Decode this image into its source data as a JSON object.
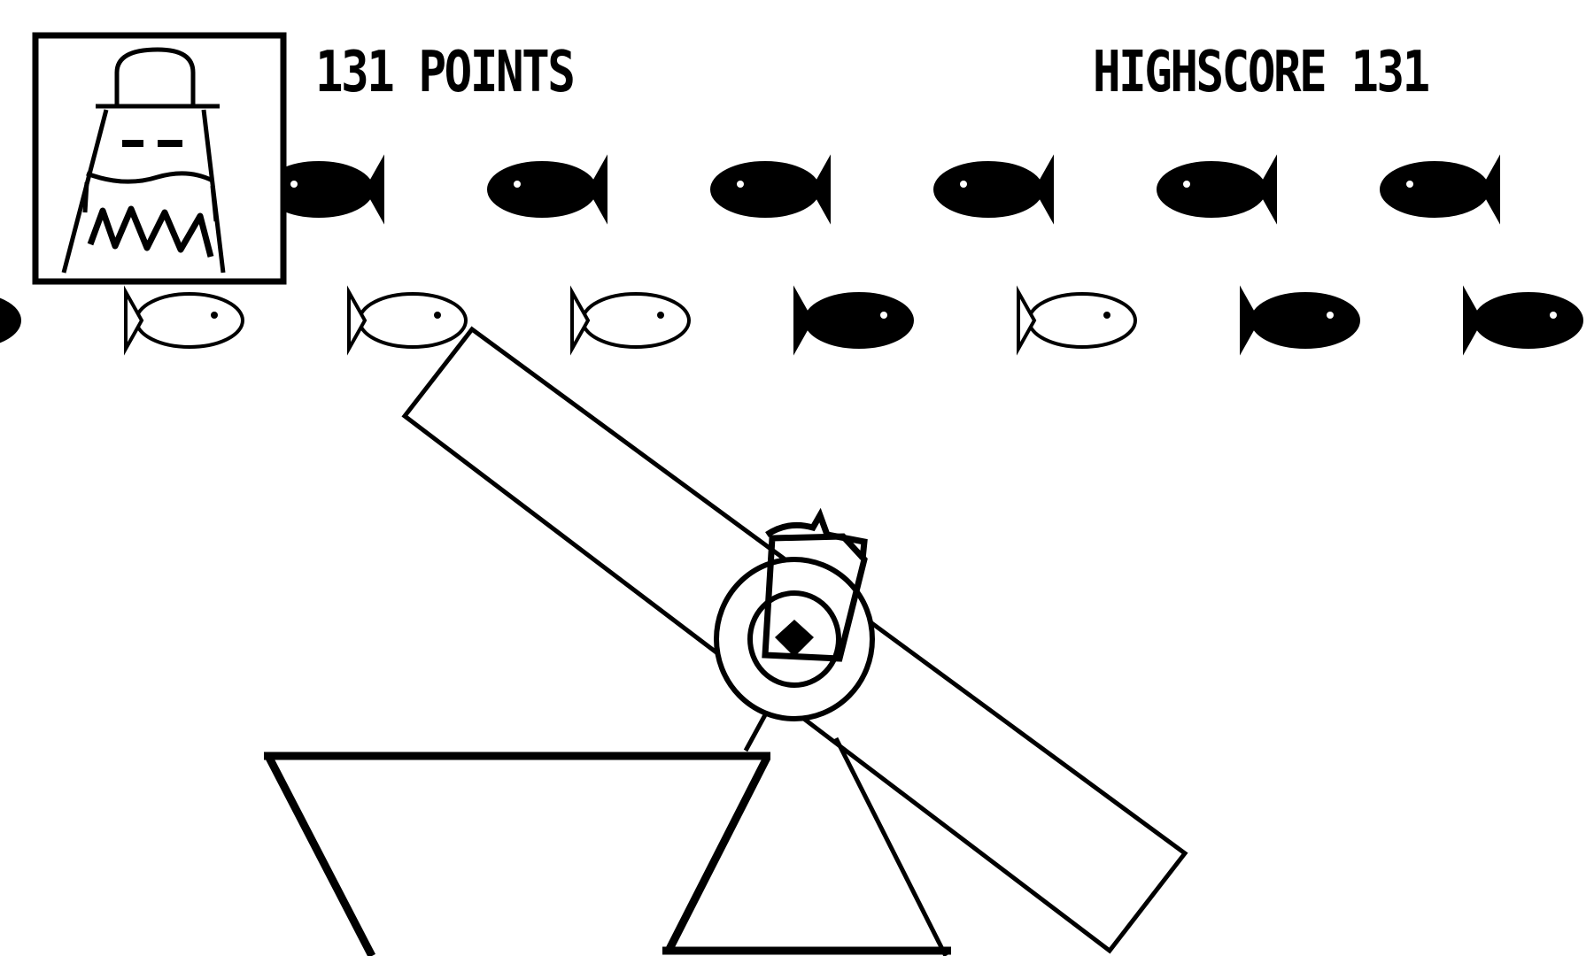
{
  "hud": {
    "points_text": "131 POINTS",
    "highscore_text": "HIGHSCORE 131"
  },
  "fish_rows": [
    {
      "row": "top",
      "fish": [
        "filled",
        "filled",
        "filled",
        "filled",
        "filled",
        "filled",
        "outline"
      ]
    },
    {
      "row": "bottom",
      "fish": [
        "filled",
        "outline",
        "outline",
        "outline",
        "filled",
        "outline",
        "filled",
        "filled"
      ]
    }
  ],
  "icons": {
    "portrait": "fisherman-portrait-icon",
    "fish": "fish-icon",
    "catapult": "seesaw-catapult-icon",
    "bucket": "bucket-icon"
  },
  "colors": {
    "ink": "#000000",
    "paper": "#ffffff"
  }
}
